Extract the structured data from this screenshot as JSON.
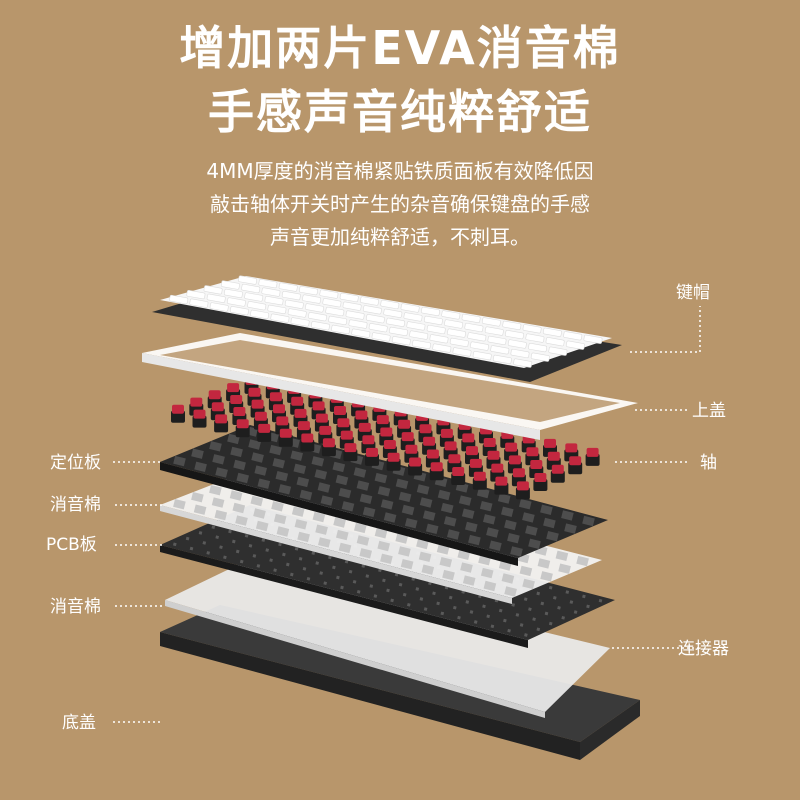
{
  "colors": {
    "background": "#b8966b",
    "text": "#ffffff",
    "switch_red": "#c3273f",
    "plate_black": "#2b2b2b",
    "keycap_white": "#f4f4f4",
    "case_dark": "#3a3a3a"
  },
  "header": {
    "title_line1": "增加两片EVA消音棉",
    "title_line2": "手感声音纯粹舒适"
  },
  "description": {
    "line1": "4MM厚度的消音棉紧贴铁质面板有效降低因",
    "line2": "敲击轴体开关时产生的杂音确保键盘的手感",
    "line3": "声音更加纯粹舒适，不刺耳。"
  },
  "labels": {
    "keycaps": "键帽",
    "top_cover": "上盖",
    "switches": "轴",
    "plate": "定位板",
    "foam1": "消音棉",
    "pcb": "PCB板",
    "foam2": "消音棉",
    "connector": "连接器",
    "bottom_cover": "底盖"
  }
}
